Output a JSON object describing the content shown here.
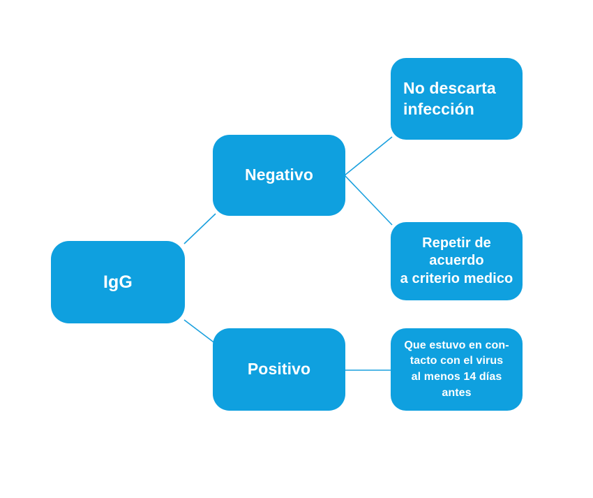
{
  "diagram": {
    "title": "IgG resultado - diagrama",
    "accent_color": "#0FA0DF",
    "background_color": "#FFFFFF",
    "text_color": "#FFFFFF",
    "connector_color": "#0FA0DF"
  },
  "nodes": {
    "root": {
      "id": "igg",
      "label": "IgG"
    },
    "negativo": {
      "id": "negativo",
      "label": "Negativo"
    },
    "positivo": {
      "id": "positivo",
      "label": "Positivo"
    },
    "no_descarta": {
      "id": "no-descarta-infeccion",
      "label": "No descarta\ninfección"
    },
    "repetir": {
      "id": "repetir-criterio-medico",
      "label": "Repetir de\nacuerdo\na criterio medico"
    },
    "contacto": {
      "id": "contacto-virus",
      "label": "Que estuvo en con-\ntacto con  el virus\nal menos 14 días\nantes"
    }
  },
  "edges": [
    {
      "from": "igg",
      "to": "negativo"
    },
    {
      "from": "igg",
      "to": "positivo"
    },
    {
      "from": "negativo",
      "to": "no-descarta-infeccion"
    },
    {
      "from": "negativo",
      "to": "repetir-criterio-medico"
    },
    {
      "from": "positivo",
      "to": "contacto-virus"
    }
  ]
}
